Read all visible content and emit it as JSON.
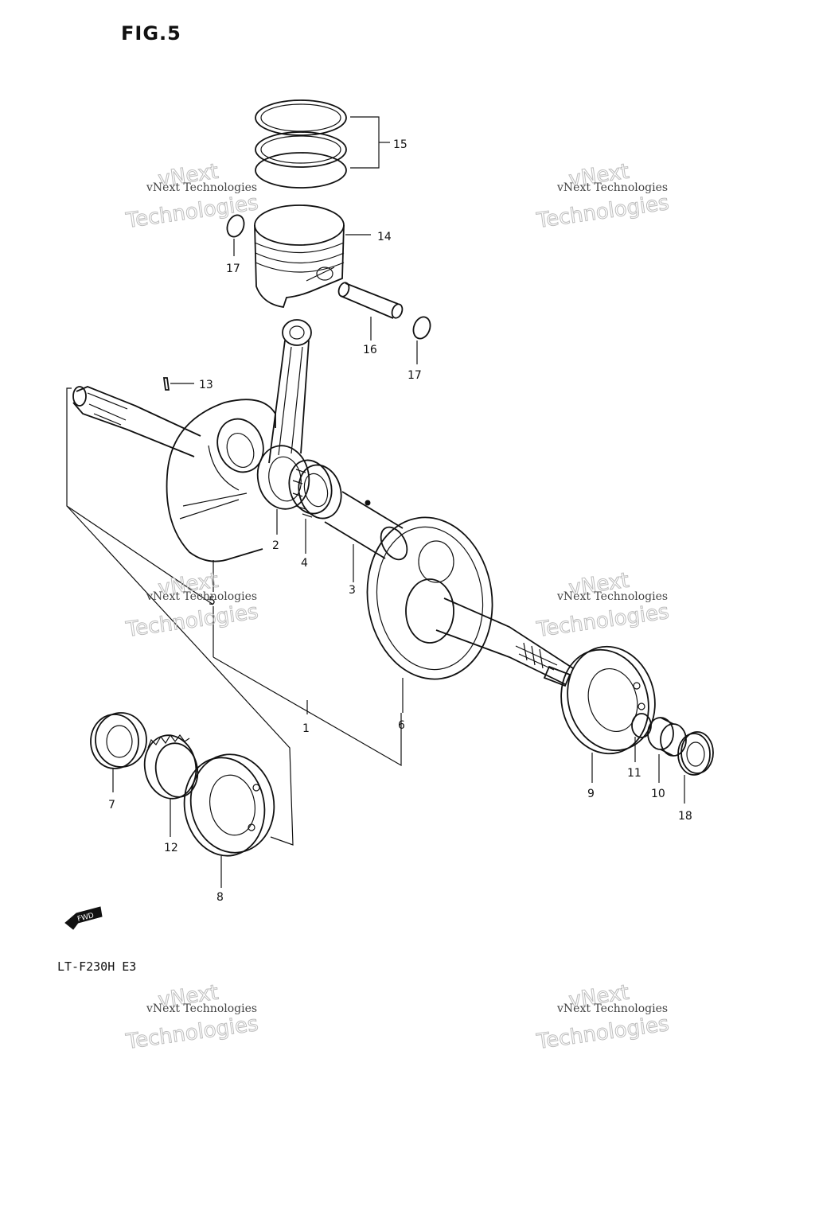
{
  "figure_title": "FIG.5",
  "model_code": "LT-F230H E3",
  "watermark": {
    "line1": "vNext",
    "line2": "vNext Technologies",
    "line3": "Technologies"
  },
  "callouts": [
    {
      "id": "c15",
      "label": "15"
    },
    {
      "id": "c14",
      "label": "14"
    },
    {
      "id": "c17a",
      "label": "17"
    },
    {
      "id": "c16",
      "label": "16"
    },
    {
      "id": "c17b",
      "label": "17"
    },
    {
      "id": "c13",
      "label": "13"
    },
    {
      "id": "c2",
      "label": "2"
    },
    {
      "id": "c4",
      "label": "4"
    },
    {
      "id": "c3",
      "label": "3"
    },
    {
      "id": "c5",
      "label": "5"
    },
    {
      "id": "c1",
      "label": "1"
    },
    {
      "id": "c6",
      "label": "6"
    },
    {
      "id": "c7",
      "label": "7"
    },
    {
      "id": "c12",
      "label": "12"
    },
    {
      "id": "c8",
      "label": "8"
    },
    {
      "id": "c9",
      "label": "9"
    },
    {
      "id": "c11",
      "label": "11"
    },
    {
      "id": "c10",
      "label": "10"
    },
    {
      "id": "c18",
      "label": "18"
    }
  ],
  "fwd_arrow_icon": "fwd-arrow-icon",
  "colors": {
    "ink": "#111111",
    "watermark": "#bdbdbd"
  }
}
